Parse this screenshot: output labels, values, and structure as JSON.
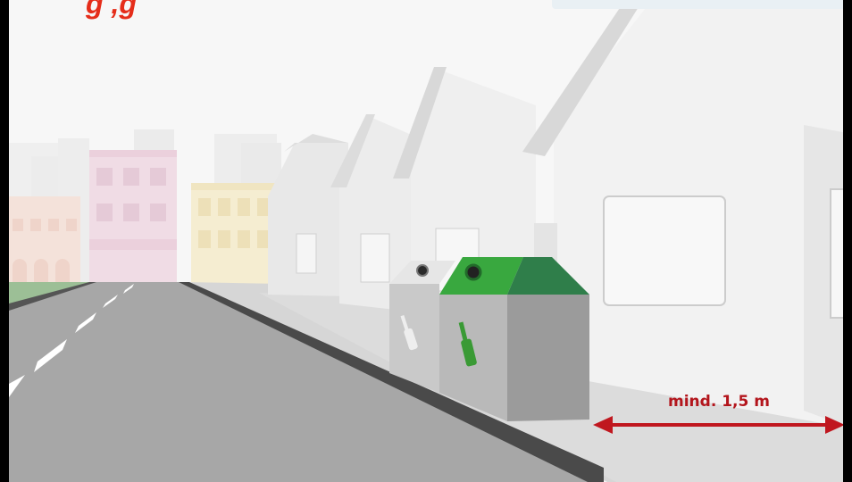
{
  "heading": {
    "text_fragment": "g          ,g"
  },
  "measurement": {
    "label": "mind. 1,5 m",
    "arrow_color": "#c0171f"
  },
  "containers": [
    {
      "name": "white-glass-container",
      "color": "#e4e4e4",
      "bottle_icon": "bottle-icon"
    },
    {
      "name": "green-glass-container",
      "color": "#34a43a",
      "bottle_icon": "bottle-icon"
    }
  ],
  "colors": {
    "road": "#a8a8a8",
    "curb": "#4a4a4a",
    "sidewalk": "#d8d8d8",
    "house": "#ebebeb",
    "accent_red": "#e52d1a",
    "container_green": "#34a43a"
  }
}
